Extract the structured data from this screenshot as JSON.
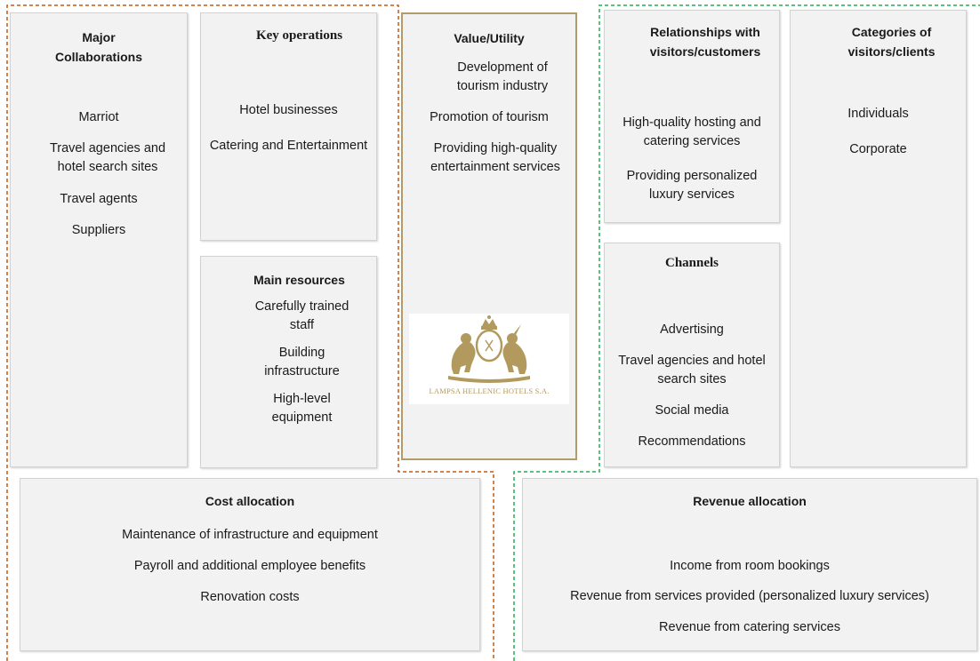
{
  "colors": {
    "left_dash": "#c55a11",
    "right_dash": "#22b14c",
    "value_border": "#b39c6a",
    "box_bg": "#f2f2f2",
    "logo_gold": "#b29a5e"
  },
  "collaborations": {
    "title": "Major Collaborations",
    "items": [
      "Marriot",
      "Travel agencies and hotel search sites",
      "Travel agents",
      "Suppliers"
    ]
  },
  "key_operations": {
    "title": "Key operations",
    "items": [
      "Hotel businesses",
      "Catering and Entertainment"
    ]
  },
  "main_resources": {
    "title": "Main resources",
    "items": [
      "Carefully trained staff",
      "Building infrastructure",
      "High-level equipment"
    ]
  },
  "value": {
    "title": "Value/Utility",
    "items": [
      "Development of tourism industry",
      "Promotion of tourism",
      "Providing high-quality entertainment services"
    ]
  },
  "logo": {
    "icon": "lampsa-crest-icon",
    "text": "LAMPSA HELLENIC HOTELS S.A."
  },
  "relationships": {
    "title": "Relationships with visitors/customers",
    "items": [
      "High-quality hosting and catering services",
      "Providing personalized luxury services"
    ]
  },
  "channels": {
    "title": "Channels",
    "items": [
      "Advertising",
      "Travel agencies and hotel search sites",
      "Social media",
      "Recommendations"
    ]
  },
  "categories": {
    "title": "Categories of visitors/clients",
    "items": [
      "Individuals",
      "Corporate"
    ]
  },
  "cost": {
    "title": "Cost allocation",
    "items": [
      "Maintenance of infrastructure and equipment",
      "Payroll and additional employee benefits",
      "Renovation costs"
    ]
  },
  "revenue": {
    "title": "Revenue allocation",
    "items": [
      "Income from room bookings",
      "Revenue from services provided (personalized luxury services)",
      "Revenue from catering services"
    ]
  }
}
